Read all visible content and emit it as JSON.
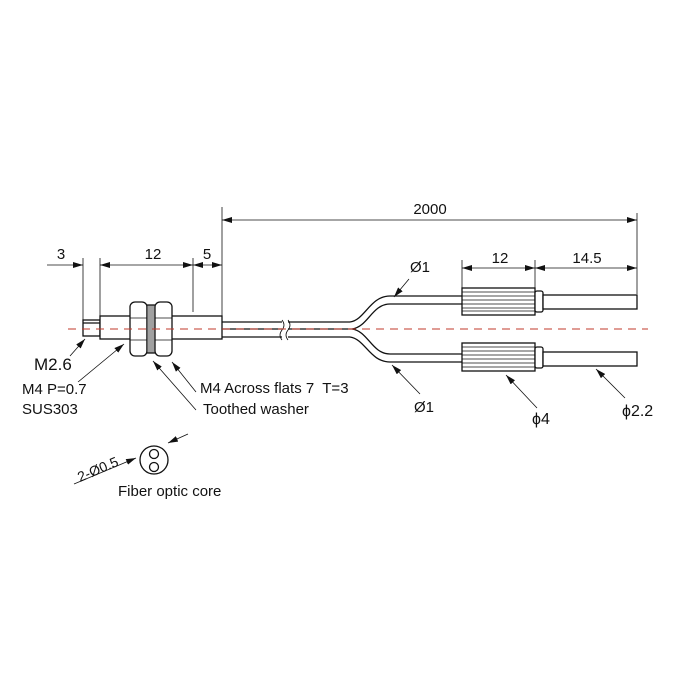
{
  "dimensions": {
    "total_length": "2000",
    "tip_length": "3",
    "body_length": "12",
    "rear_length": "5",
    "sleeve_length": "12",
    "tube_length": "14.5"
  },
  "labels": {
    "tip_thread": "M2.6",
    "body_thread": "M4 P=0.7",
    "material": "SUS303",
    "nut": "M4 Across flats 7  T=3",
    "washer": "Toothed washer",
    "fiber_top": "Ø1",
    "fiber_bottom": "Ø1",
    "sleeve_dia": "ϕ4",
    "tube_dia": "ϕ2.2",
    "core_spec": "2-Ø0.5",
    "core_caption": "Fiber optic core"
  },
  "colors": {
    "centerline": "#c0392b",
    "line": "#111111"
  }
}
